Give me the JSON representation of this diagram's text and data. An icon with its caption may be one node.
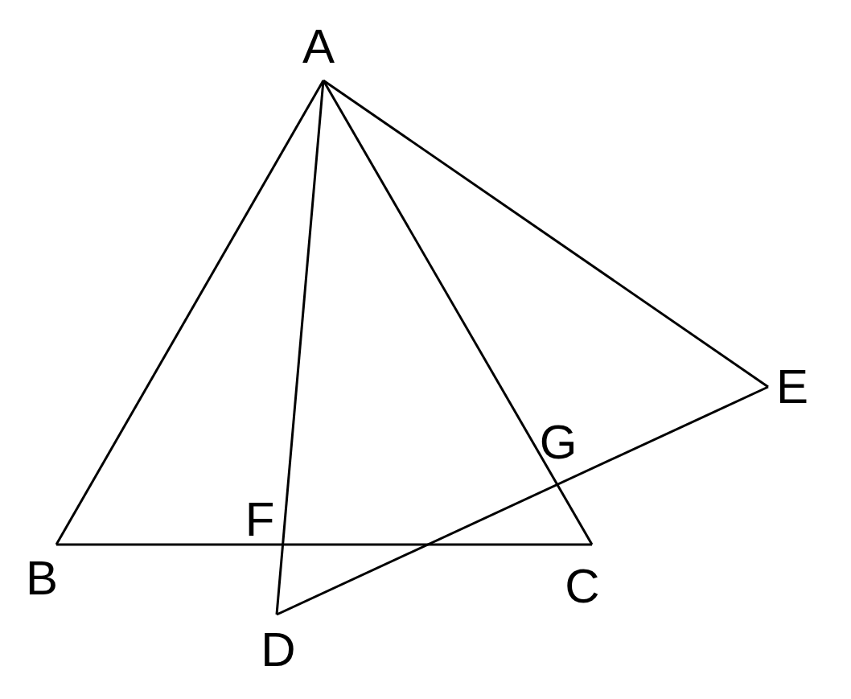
{
  "diagram": {
    "nodes": [
      {
        "text": [
          "A"
        ]
      },
      {
        "text": [
          "B"
        ]
      },
      {
        "text": [
          "C"
        ]
      },
      {
        "text": [
          "D"
        ]
      },
      {
        "text": [
          "E"
        ]
      },
      {
        "text": [
          "F"
        ]
      },
      {
        "text": [
          "G"
        ]
      }
    ],
    "edges": [
      {
        "from": 0,
        "to": 1,
        "arrow": "none"
      },
      {
        "from": 1,
        "to": 2,
        "arrow": "none"
      },
      {
        "from": 0,
        "to": 2,
        "arrow": "none"
      },
      {
        "from": 0,
        "to": 3,
        "arrow": "none"
      },
      {
        "from": 0,
        "to": 4,
        "arrow": "none"
      },
      {
        "from": 3,
        "to": 4,
        "arrow": "none"
      }
    ]
  }
}
